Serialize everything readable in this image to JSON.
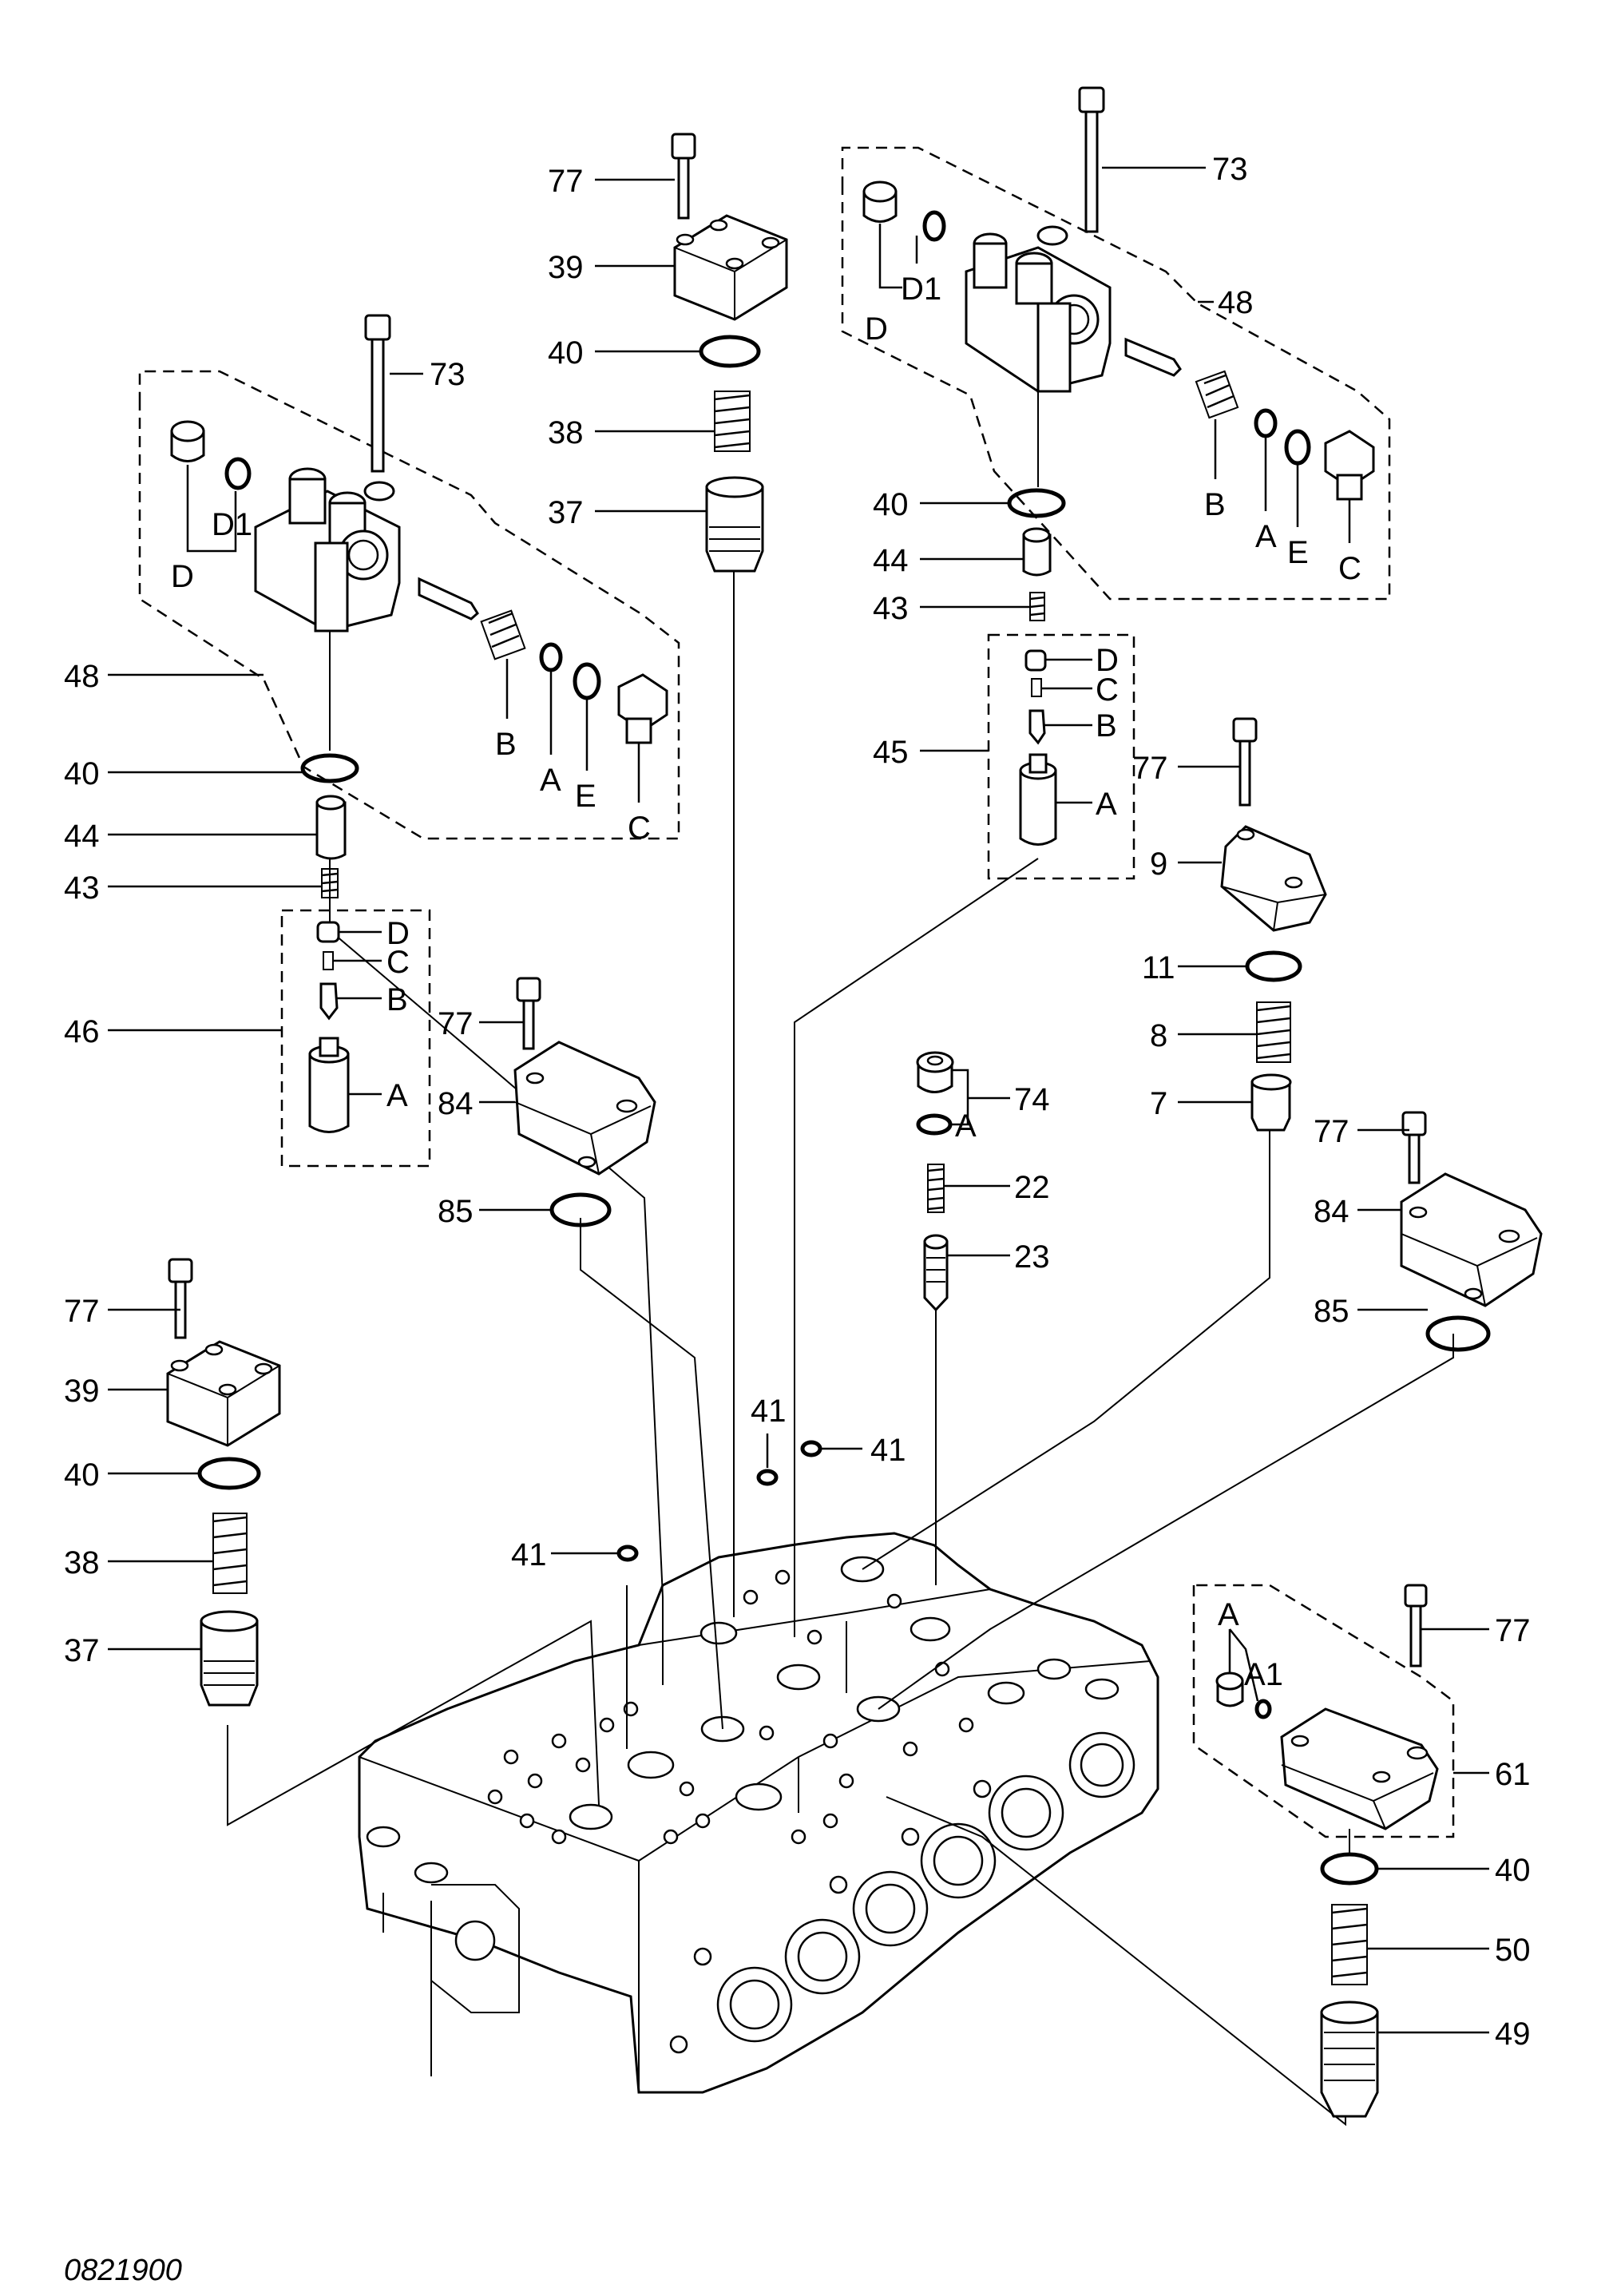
{
  "diagram": {
    "drawing_code": "0821900",
    "callouts": {
      "n77a": "77",
      "n39a": "39",
      "n40a": "40",
      "n38a": "38",
      "n37a": "37",
      "n73r": "73",
      "n48r": "48",
      "n40r": "40",
      "n44r": "44",
      "n43r": "43",
      "n45": "45",
      "n77r": "77",
      "n9": "9",
      "n11": "11",
      "n8": "8",
      "n7": "7",
      "n73l": "73",
      "n48l": "48",
      "n40l": "40",
      "n44l": "44",
      "n43l": "43",
      "n46": "46",
      "n77m": "77",
      "n84m": "84",
      "n85m": "85",
      "n74": "74",
      "n22": "22",
      "n23": "23",
      "n77rr": "77",
      "n84r": "84",
      "n85r": "85",
      "n41a": "41",
      "n41b": "41",
      "n41c": "41",
      "n77b": "77",
      "n39b": "39",
      "n40b": "40",
      "n38b": "38",
      "n37b": "37",
      "n77c": "77",
      "n61": "61",
      "n40c": "40",
      "n50": "50",
      "n49": "49"
    },
    "sublabels": {
      "r_D": "D",
      "r_D1": "D1",
      "r_B": "B",
      "r_A": "A",
      "r_E": "E",
      "r_C": "C",
      "l_D": "D",
      "l_D1": "D1",
      "l_B": "B",
      "l_A": "A",
      "l_E": "E",
      "l_C": "C",
      "k45_D": "D",
      "k45_C": "C",
      "k45_B": "B",
      "k45_A": "A",
      "k46_D": "D",
      "k46_C": "C",
      "k46_B": "B",
      "k46_A": "A",
      "k74_A": "A",
      "k61_A": "A",
      "k61_A1": "A1"
    }
  }
}
